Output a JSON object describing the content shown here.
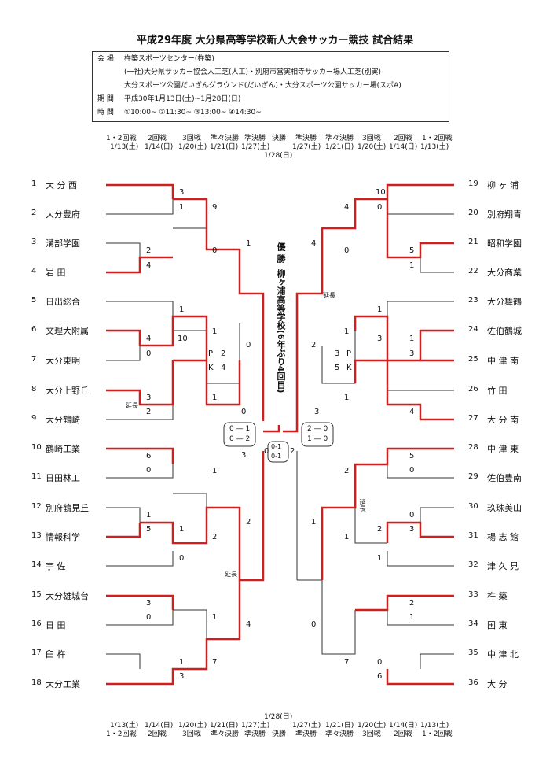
{
  "title": "平成29年度 大分県高等学校新人大会サッカー競技 試合結果",
  "info": {
    "rows": [
      {
        "label": "会 場",
        "value": "杵築スポーツセンター(杵築)"
      },
      {
        "label": "",
        "value": "(一社)大分県サッカー協会人工芝(人工)・別府市営実相寺サッカー場人工芝(別実)"
      },
      {
        "label": "",
        "value": "大分スポーツ公園だいぎんグラウンド(だいぎん)・大分スポーツ公園サッカー場(スポA)"
      },
      {
        "label": "期 間",
        "value": "平成30年1月13日(土)~1月28日(日)"
      },
      {
        "label": "時 間",
        "value": "①10:00~ ②11:30~ ③13:00~ ④14:30~"
      }
    ]
  },
  "header_top": {
    "rounds": [
      "1・2回戦",
      "2回戦",
      "3回戦",
      "準々決勝",
      "準決勝",
      "決勝",
      "準決勝",
      "準々決勝",
      "3回戦",
      "2回戦",
      "1・2回戦"
    ],
    "dates": [
      "1/13(土)",
      "1/14(日)",
      "1/20(土)",
      "1/21(日)",
      "1/27(土)",
      "1/27(土)",
      "1/21(日)",
      "1/20(土)",
      "1/14(日)",
      "1/13(土)"
    ],
    "final_date": "1/28(日)"
  },
  "header_bottom": {
    "final_date": "1/28(日)",
    "dates": [
      "1/13(土)",
      "1/14(日)",
      "1/20(土)",
      "1/21(日)",
      "1/27(土)",
      "1/27(土)",
      "1/21(日)",
      "1/20(土)",
      "1/14(日)",
      "1/13(土)"
    ],
    "rounds": [
      "1・2回戦",
      "2回戦",
      "3回戦",
      "準々決勝",
      "準決勝",
      "決勝",
      "準決勝",
      "準々決勝",
      "3回戦",
      "2回戦",
      "1・2回戦"
    ]
  },
  "teams_left": [
    {
      "no": "1",
      "name": "大 分 西"
    },
    {
      "no": "2",
      "name": "大分豊府"
    },
    {
      "no": "3",
      "name": "溝部学園"
    },
    {
      "no": "4",
      "name": "岩 田"
    },
    {
      "no": "5",
      "name": "日出総合"
    },
    {
      "no": "6",
      "name": "文理大附属"
    },
    {
      "no": "7",
      "name": "大分東明"
    },
    {
      "no": "8",
      "name": "大分上野丘"
    },
    {
      "no": "9",
      "name": "大分鶴崎"
    },
    {
      "no": "10",
      "name": "鶴崎工業"
    },
    {
      "no": "11",
      "name": "日田林工"
    },
    {
      "no": "12",
      "name": "別府鶴見丘"
    },
    {
      "no": "13",
      "name": "情報科学"
    },
    {
      "no": "14",
      "name": "宇 佐"
    },
    {
      "no": "15",
      "name": "大分雄城台"
    },
    {
      "no": "16",
      "name": "日 田"
    },
    {
      "no": "17",
      "name": "臼 杵"
    },
    {
      "no": "18",
      "name": "大分工業"
    }
  ],
  "teams_right": [
    {
      "no": "19",
      "name": "柳 ヶ 浦"
    },
    {
      "no": "20",
      "name": "別府翔青"
    },
    {
      "no": "21",
      "name": "昭和学園"
    },
    {
      "no": "22",
      "name": "大分商業"
    },
    {
      "no": "23",
      "name": "大分舞鶴"
    },
    {
      "no": "24",
      "name": "佐伯鶴城"
    },
    {
      "no": "25",
      "name": "中 津 南"
    },
    {
      "no": "26",
      "name": "竹 田"
    },
    {
      "no": "27",
      "name": "大 分 南"
    },
    {
      "no": "28",
      "name": "中 津 東"
    },
    {
      "no": "29",
      "name": "佐伯豊南"
    },
    {
      "no": "30",
      "name": "玖珠美山"
    },
    {
      "no": "31",
      "name": "楊 志 館"
    },
    {
      "no": "32",
      "name": "津 久 見"
    },
    {
      "no": "33",
      "name": "杵 築"
    },
    {
      "no": "34",
      "name": "国 東"
    },
    {
      "no": "35",
      "name": "中 津 北"
    },
    {
      "no": "36",
      "name": "大 分"
    }
  ],
  "champion": {
    "label": "優 勝",
    "text": "柳ヶ浦高等学校(6年ぶり4回目)"
  },
  "scores": {
    "l_r1_a": "3",
    "l_r1_b": "1",
    "l_r1_c": "2",
    "l_r1_d": "4",
    "l_r2_ab_top": "9",
    "l_r2_ab_bot": "0",
    "l_r3_top": "1",
    "l_r3_bot": "0",
    "l_r1_e": "1",
    "l_r1_f": "4",
    "l_r1_g": "0",
    "l_r1_h": "10",
    "l_r1_i": "1",
    "l_qf_pk_top": "2",
    "l_qf_pk_bot": "4",
    "l_r1_j": "3",
    "l_r1_k": "2",
    "l_r1_l": "1",
    "l_sf_top": "0",
    "l_sf_bot": "3",
    "l_r1_m": "6",
    "l_r1_n": "0",
    "l_r1_o": "1",
    "l_r1_p": "1",
    "l_r1_q": "5",
    "l_r1_r": "1",
    "l_r1_s": "2",
    "l_r1_t": "0",
    "l_qf2_top": "2",
    "l_qf2_bot": "4",
    "l_r1_u": "3",
    "l_r1_v": "0",
    "l_r1_w": "1",
    "l_r1_x": "1",
    "l_r1_y": "3",
    "l_r1_z": "7",
    "r_r1_a": "10",
    "r_r1_b": "0",
    "r_r2_top": "4",
    "r_r2_bot": "0",
    "r_r1_c": "5",
    "r_r1_d": "1",
    "r_qf_top": "4",
    "r_qf_bot": "2",
    "r_r1_e": "1",
    "r_r1_f": "3",
    "r_r1_g": "1",
    "r_r1_h": "3",
    "r_r1_i": "1",
    "r_pk_top": "3",
    "r_pk_bot": "5",
    "r_r1_j": "1",
    "r_r1_k": "4",
    "r_sf_top": "3",
    "r_r1_m": "5",
    "r_r1_n": "0",
    "r_r1_o": "2",
    "r_r1_p": "0",
    "r_r1_q": "3",
    "r_r1_r": "1",
    "r_r1_s": "2",
    "r_r1_t": "1",
    "r_qf2_top": "1",
    "r_qf2_bot": "0",
    "r_r1_u": "2",
    "r_r1_v": "1",
    "r_r1_w": "0",
    "r_r1_x": "6",
    "r_r1_y": "7"
  },
  "final_box": {
    "left_top": "0 — 1",
    "left_bot": "0 — 2",
    "right_top": "2 — 0",
    "right_bot": "1 — 0",
    "center_top": "0-1",
    "center_bot": "0-1",
    "left_score": "0",
    "right_score": "2",
    "left_score2": "3",
    "right_score2": "3"
  },
  "notes": {
    "enchou": "延長",
    "pk_p": "P",
    "pk_k": "K"
  },
  "colors": {
    "win": "#d01f1f",
    "line": "#333333"
  }
}
